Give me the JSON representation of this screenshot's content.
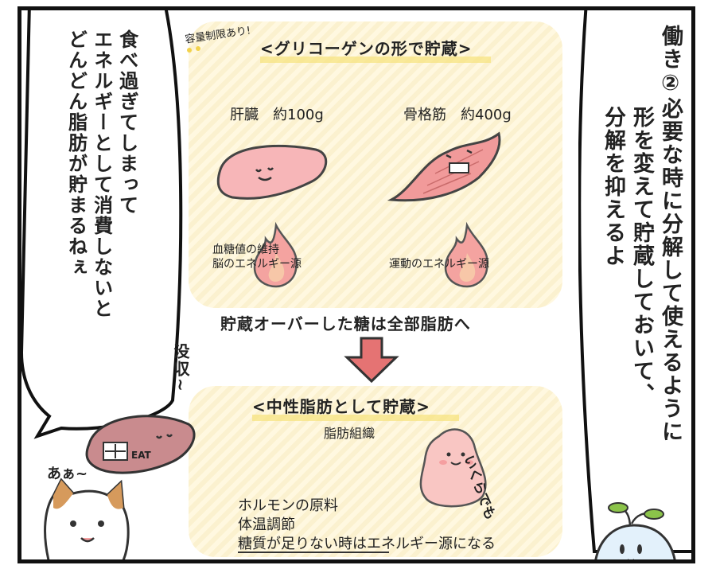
{
  "right_narration": {
    "col1": "働き②必要な時に分解して使えるように",
    "col2": "形を変えて貯蔵しておいて、",
    "col3": "分解を抑えるよ"
  },
  "left_bubble": {
    "col1": "食べ過ぎてしまって",
    "col2": "エネルギーとして消費しないと",
    "col3": "どんどん脂肪が貯まるねぇ"
  },
  "glycogen_box": {
    "capacity_note": "容量制限あり!",
    "title": "<グリコーゲンの形で貯蔵>",
    "liver_label": "肝臓　約100g",
    "muscle_label": "骨格筋　約400g",
    "liver_role_line1": "血糖値の維持",
    "liver_role_line2": "脳のエネルギー源",
    "muscle_role": "運動のエネルギー源"
  },
  "middle_text": "貯蔵オーバーした糖は全部脂肪へ",
  "fat_box": {
    "title": "<中性脂肪として貯蔵>",
    "subtitle": "脂肪組織",
    "exclaim": "いくらでも",
    "item1": "ホルモンの原料",
    "item2": "体温調節",
    "item3": "糖質が足りない時はエネルギー源になる"
  },
  "sfx_confiscate": "没収~",
  "sfx_cat": "あぁ~",
  "liver_tag": "EAT",
  "colors": {
    "box_bg": "#fff6d9",
    "arrow": "#e57373",
    "flame": "#f4a3a0",
    "organ": "#f7b6b8"
  }
}
